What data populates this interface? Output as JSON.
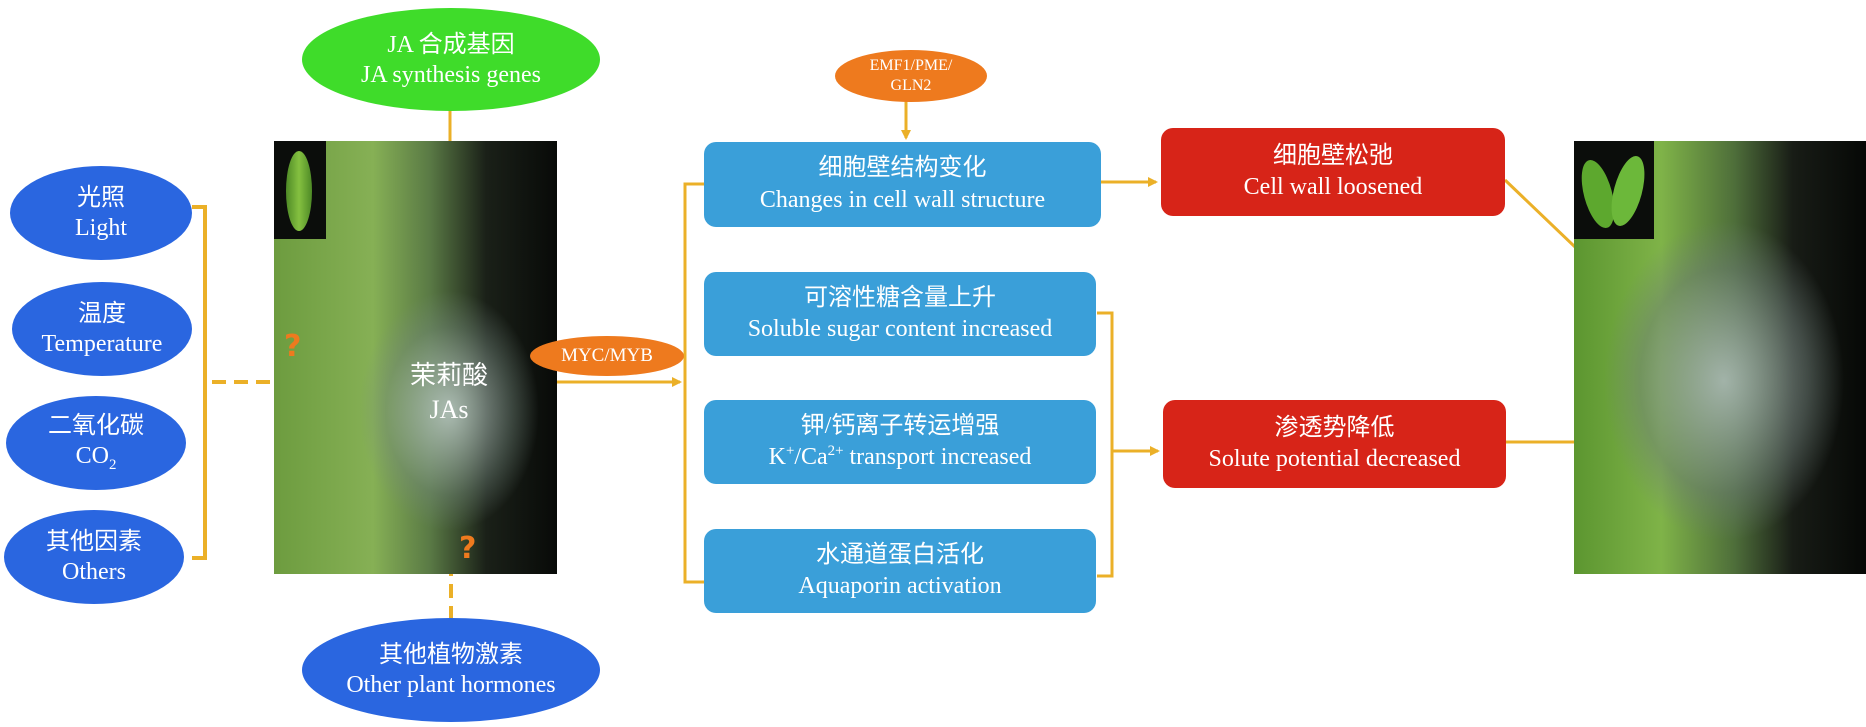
{
  "colors": {
    "factor_blue": "#2a66e0",
    "gene_green": "#3fdc2a",
    "regulator_orange": "#ee7a1e",
    "process_blue": "#3a9fd9",
    "outcome_red": "#d72418",
    "arrow_gold": "#ebb028"
  },
  "environmental_factors": [
    {
      "zh": "光照",
      "en": "Light"
    },
    {
      "zh": "温度",
      "en": "Temperature"
    },
    {
      "zh": "二氧化碳",
      "en": "CO",
      "en_sub": "2"
    },
    {
      "zh": "其他因素",
      "en": "Others"
    }
  ],
  "ja_synthesis": {
    "zh": "JA 合成基因",
    "en": "JA synthesis genes"
  },
  "other_hormones": {
    "zh": "其他植物激素",
    "en": "Other plant hormones"
  },
  "jas_center": {
    "zh": "茉莉酸",
    "en": "JAs"
  },
  "unknown_marks": {
    "left": "?",
    "bottom": "?"
  },
  "myc_myb": "MYC/MYB",
  "emf": {
    "line1": "EMF1/PME/",
    "line2": "GLN2"
  },
  "processes": [
    {
      "zh": "细胞壁结构变化",
      "en": "Changes in cell wall structure"
    },
    {
      "zh": "可溶性糖含量上升",
      "en": "Soluble sugar content increased"
    },
    {
      "zh": "钾/钙离子转运增强",
      "en_k": "K",
      "en_k_sup": "+",
      "en_ca": "/Ca",
      "en_ca_sup": "2+",
      "en_rest": " transport increased"
    },
    {
      "zh": "水通道蛋白活化",
      "en": "Aquaporin activation"
    }
  ],
  "outcomes": [
    {
      "zh": "细胞壁松弛",
      "en": "Cell wall loosened"
    },
    {
      "zh": "渗透势降低",
      "en": "Solute potential decreased"
    }
  ],
  "images": {
    "before": "closed floret lodicule micrograph with inset spikelet",
    "after": "swollen lodicule micrograph with inset opened floret"
  }
}
